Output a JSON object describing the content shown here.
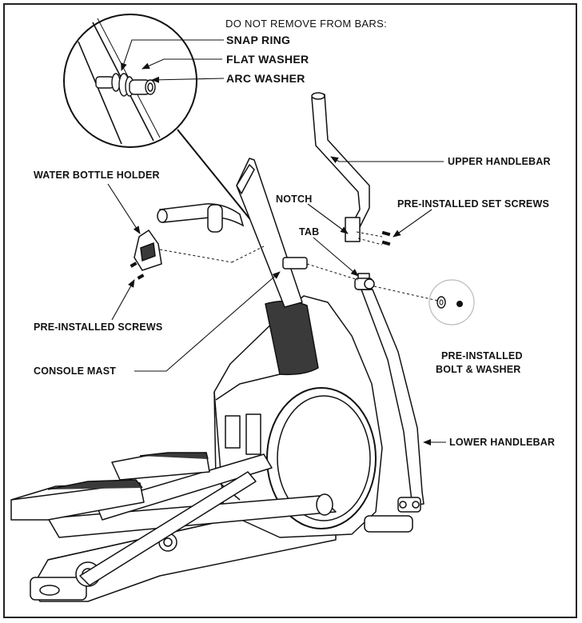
{
  "header_note": "DO NOT REMOVE FROM BARS:",
  "detail_labels": {
    "snap_ring": "SNAP RING",
    "flat_washer": "FLAT WASHER",
    "arc_washer": "ARC WASHER"
  },
  "labels": {
    "water_bottle_holder": "WATER BOTTLE HOLDER",
    "upper_handlebar": "UPPER HANDLEBAR",
    "notch": "NOTCH",
    "pre_installed_set_screws": "PRE-INSTALLED SET SCREWS",
    "tab": "TAB",
    "pre_installed_screws": "PRE-INSTALLED SCREWS",
    "pre_installed_bolt_line1": "PRE-INSTALLED",
    "pre_installed_bolt_line2": "BOLT & WASHER",
    "console_mast": "CONSOLE MAST",
    "lower_handlebar": "LOWER HANDLEBAR"
  }
}
